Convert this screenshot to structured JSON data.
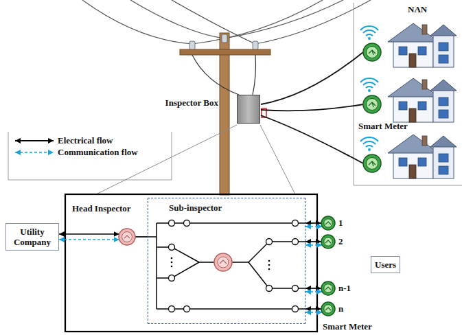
{
  "diagram": {
    "nodes": [
      {
        "text": [
          "Inspector Box"
        ]
      },
      {
        "text": [
          "Utility Company"
        ]
      },
      {
        "text": [
          "Head Inspector"
        ]
      },
      {
        "text": [
          "Sub-inspector"
        ]
      },
      {
        "text": [
          "1"
        ]
      },
      {
        "text": [
          "2"
        ]
      },
      {
        "text": [
          "n-1"
        ]
      },
      {
        "text": [
          "n"
        ]
      },
      {
        "text": [
          "Users"
        ]
      }
    ],
    "edges": [
      {
        "from": 1,
        "to": 2,
        "arrow": "both"
      },
      {
        "from": 1,
        "to": 2,
        "arrow": "both"
      },
      {
        "from": 2,
        "to": 3,
        "arrow": "none"
      },
      {
        "from": 3,
        "to": 4,
        "arrow": "both"
      },
      {
        "from": 3,
        "to": 4,
        "arrow": "both"
      },
      {
        "from": 3,
        "to": 5,
        "arrow": "both"
      },
      {
        "from": 3,
        "to": 5,
        "arrow": "both"
      },
      {
        "from": 3,
        "to": 6,
        "arrow": "both"
      },
      {
        "from": 3,
        "to": 6,
        "arrow": "both"
      },
      {
        "from": 3,
        "to": 7,
        "arrow": "both"
      },
      {
        "from": 3,
        "to": 7,
        "arrow": "both"
      }
    ],
    "labels": [
      "NAN",
      "Smart Meter",
      "Smart Meter"
    ],
    "legend": [
      {
        "text": "Electrical flow"
      },
      {
        "text": "Communication flow"
      }
    ]
  }
}
